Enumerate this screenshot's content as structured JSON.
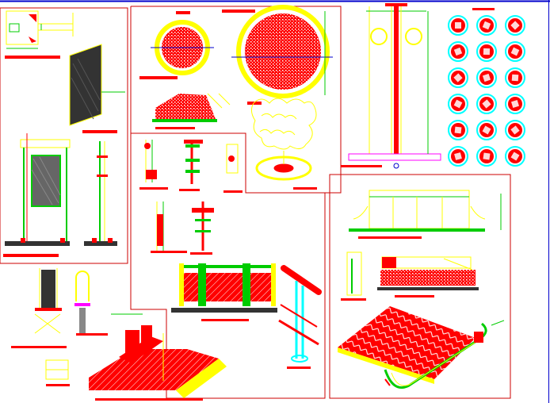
{
  "drawing": {
    "background": "#ffffff",
    "frame_color": "#cc0000",
    "border_color": "#0000cc",
    "accent_red": "#ff0000",
    "accent_yellow": "#ffff00",
    "accent_green": "#00cc00",
    "accent_cyan": "#00ffff",
    "accent_magenta": "#ff00ff"
  },
  "panels": [
    {
      "id": "signpost-panel",
      "label": ""
    },
    {
      "id": "tree-pit-panel",
      "label": ""
    },
    {
      "id": "flagpole-panel",
      "label": ""
    },
    {
      "id": "sign-symbols-panel",
      "label": ""
    },
    {
      "id": "billboard-panel",
      "label": ""
    },
    {
      "id": "railing-panel",
      "label": ""
    },
    {
      "id": "bench-panel",
      "label": ""
    },
    {
      "id": "bollard-panel",
      "label": ""
    },
    {
      "id": "steps-panel",
      "label": ""
    }
  ],
  "sign_symbols": {
    "rows": 6,
    "cols": 3,
    "items": [
      {
        "icon": "cigarette-icon"
      },
      {
        "icon": "person-icon"
      },
      {
        "icon": "stroller-icon"
      },
      {
        "icon": "no-swimming-icon"
      },
      {
        "icon": "walker-icon"
      },
      {
        "icon": "boat-icon"
      },
      {
        "icon": "ball-icon"
      },
      {
        "icon": "bird-icon"
      },
      {
        "icon": "vehicle-icon"
      },
      {
        "icon": "cup-icon"
      },
      {
        "icon": "monitor-icon"
      },
      {
        "icon": "pet-icon"
      },
      {
        "icon": "restroom-icon"
      },
      {
        "icon": "phone-icon"
      },
      {
        "icon": "shower-icon"
      },
      {
        "icon": "arrow-right-icon"
      },
      {
        "icon": "bag-icon"
      },
      {
        "icon": "dot-icon"
      }
    ]
  }
}
